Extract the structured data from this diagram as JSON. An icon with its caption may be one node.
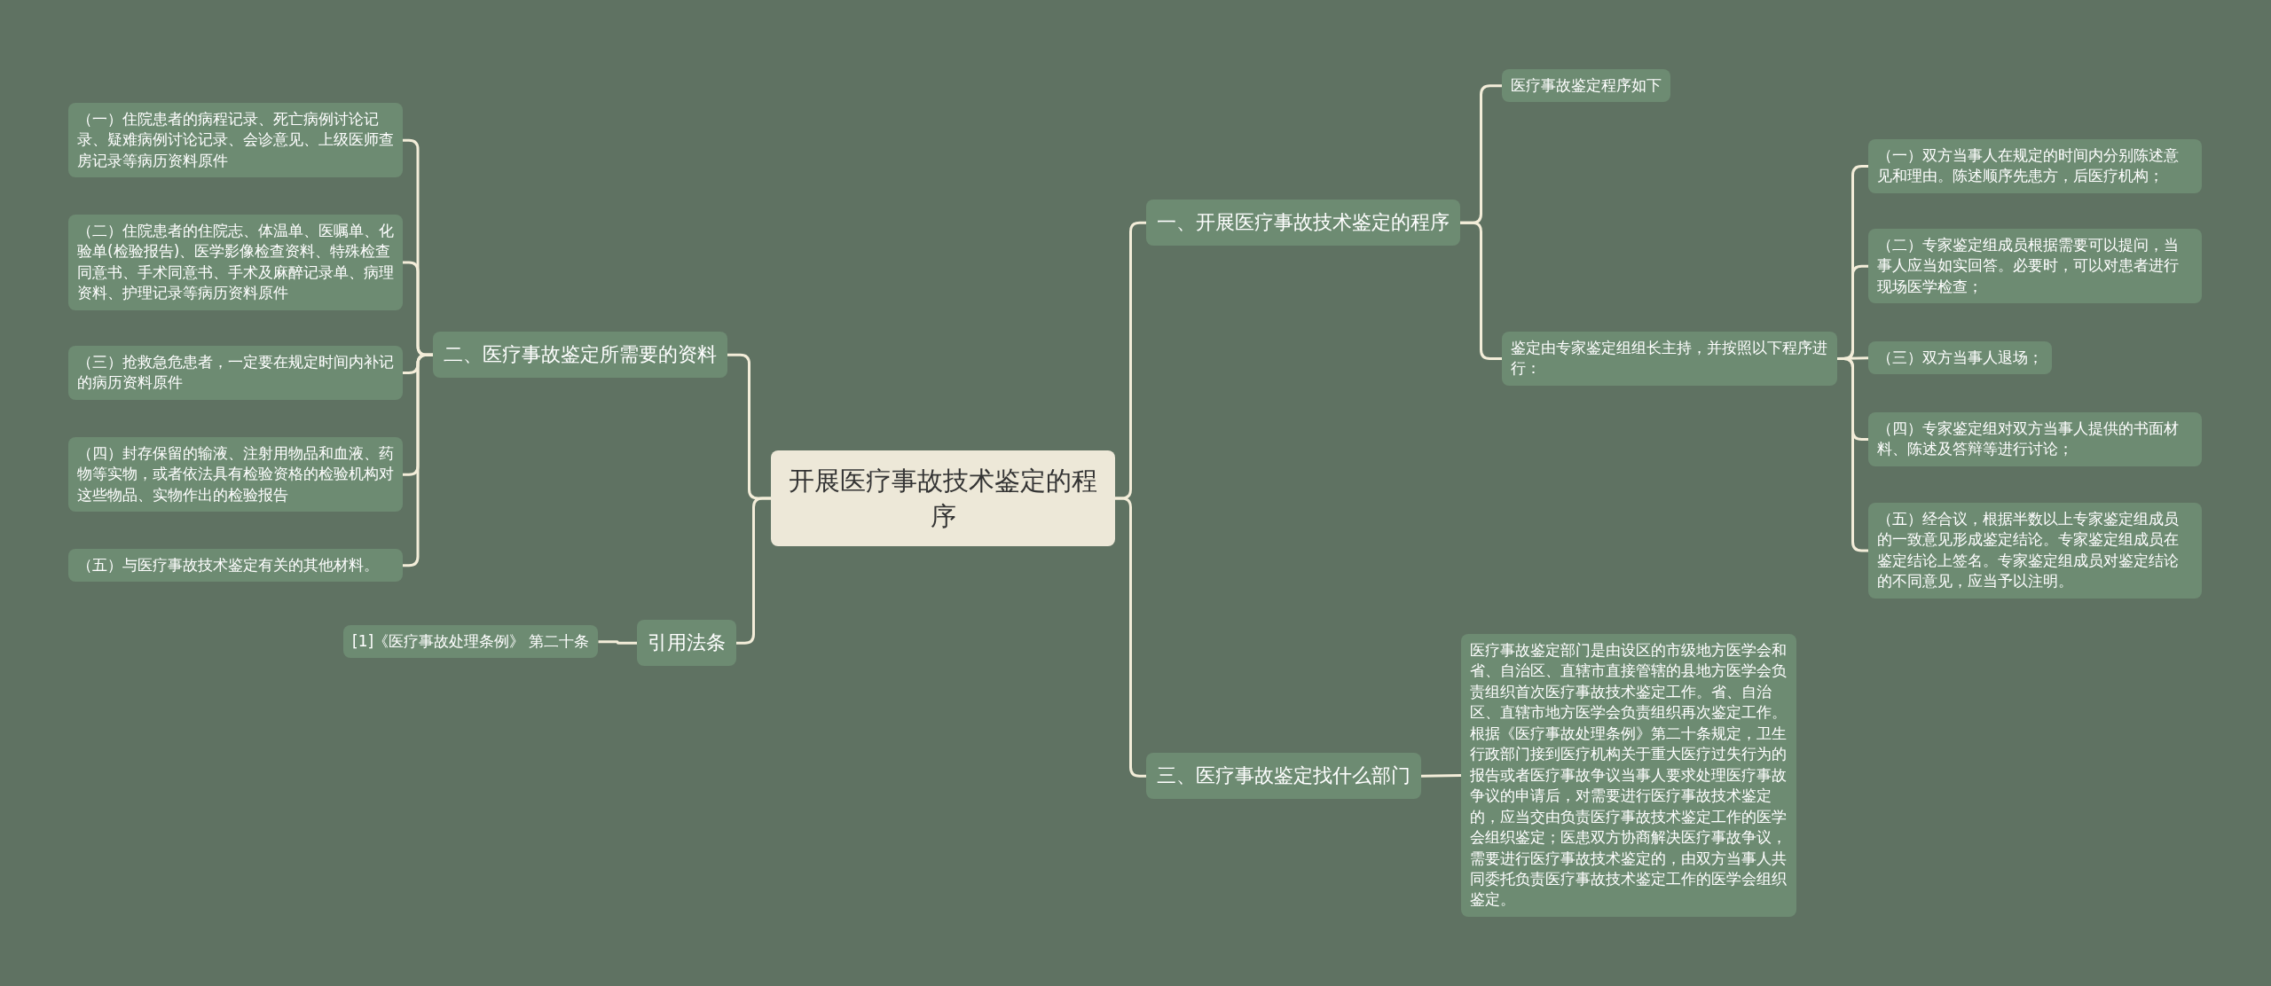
{
  "diagram": {
    "nodes": [
      {
        "text": [
          "开展医疗事故技术鉴定的程序"
        ]
      },
      {
        "text": [
          "一、开展医疗事故技术鉴定的程序"
        ]
      },
      {
        "text": [
          "医疗事故鉴定程序如下"
        ]
      },
      {
        "text": [
          "鉴定由专家鉴定组组长主持，并按照以下程序进行："
        ]
      },
      {
        "text": [
          "（一）双方当事人在规定的时间内分别陈述意见和理由。陈述顺序先患方，后医疗机构；"
        ]
      },
      {
        "text": [
          "（二）专家鉴定组成员根据需要可以提问，当事人应当如实回答。必要时，可以对患者进行现场医学检查；"
        ]
      },
      {
        "text": [
          "（三）双方当事人退场；"
        ]
      },
      {
        "text": [
          "（四）专家鉴定组对双方当事人提供的书面材料、陈述及答辩等进行讨论；"
        ]
      },
      {
        "text": [
          "（五）经合议，根据半数以上专家鉴定组成员的一致意见形成鉴定结论。专家鉴定组成员在鉴定结论上签名。专家鉴定组成员对鉴定结论的不同意见，应当予以注明。"
        ]
      },
      {
        "text": [
          "三、医疗事故鉴定找什么部门"
        ]
      },
      {
        "text": [
          "医疗事故鉴定部门是由设区的市级地方医学会和省、自治区、直辖市直接管辖的县地方医学会负责组织首次医疗事故技术鉴定工作。省、自治区、直辖市地方医学会负责组织再次鉴定工作。根据《医疗事故处理条例》第二十条规定，卫生行政部门接到医疗机构关于重大医疗过失行为的报告或者医疗事故争议当事人要求处理医疗事故争议的申请后，对需要进行医疗事故技术鉴定的，应当交由负责医疗事故技术鉴定工作的医学会组织鉴定；医患双方协商解决医疗事故争议，需要进行医疗事故技术鉴定的，由双方当事人共同委托负责医疗事故技术鉴定工作的医学会组织鉴定。"
        ]
      },
      {
        "text": [
          "二、医疗事故鉴定所需要的资料"
        ]
      },
      {
        "text": [
          "（一）住院患者的病程记录、死亡病例讨论记录、疑难病例讨论记录、会诊意见、上级医师查房记录等病历资料原件"
        ]
      },
      {
        "text": [
          "（二）住院患者的住院志、体温单、医嘱单、化验单(检验报告)、医学影像检查资料、特殊检查同意书、手术同意书、手术及麻醉记录单、病理资料、护理记录等病历资料原件"
        ]
      },
      {
        "text": [
          "（三）抢救急危患者，一定要在规定时间内补记的病历资料原件"
        ]
      },
      {
        "text": [
          "（四）封存保留的输液、注射用物品和血液、药物等实物，或者依法具有检验资格的检验机构对这些物品、实物作出的检验报告"
        ]
      },
      {
        "text": [
          "（五）与医疗事故技术鉴定有关的其他材料。"
        ]
      },
      {
        "text": [
          "引用法条"
        ]
      },
      {
        "text": [
          "[1]《医疗事故处理条例》 第二十条"
        ]
      }
    ],
    "edges": [
      {
        "from": 0,
        "to": 1,
        "arrow": "none"
      },
      {
        "from": 1,
        "to": 2,
        "arrow": "none"
      },
      {
        "from": 1,
        "to": 3,
        "arrow": "none"
      },
      {
        "from": 3,
        "to": 4,
        "arrow": "none"
      },
      {
        "from": 3,
        "to": 5,
        "arrow": "none"
      },
      {
        "from": 3,
        "to": 6,
        "arrow": "none"
      },
      {
        "from": 3,
        "to": 7,
        "arrow": "none"
      },
      {
        "from": 3,
        "to": 8,
        "arrow": "none"
      },
      {
        "from": 0,
        "to": 9,
        "arrow": "none"
      },
      {
        "from": 9,
        "to": 10,
        "arrow": "none"
      },
      {
        "from": 0,
        "to": 11,
        "arrow": "none"
      },
      {
        "from": 11,
        "to": 12,
        "arrow": "none"
      },
      {
        "from": 11,
        "to": 13,
        "arrow": "none"
      },
      {
        "from": 11,
        "to": 14,
        "arrow": "none"
      },
      {
        "from": 11,
        "to": 15,
        "arrow": "none"
      },
      {
        "from": 11,
        "to": 16,
        "arrow": "none"
      },
      {
        "from": 0,
        "to": 17,
        "arrow": "none"
      },
      {
        "from": 17,
        "to": 18,
        "arrow": "none"
      }
    ]
  }
}
